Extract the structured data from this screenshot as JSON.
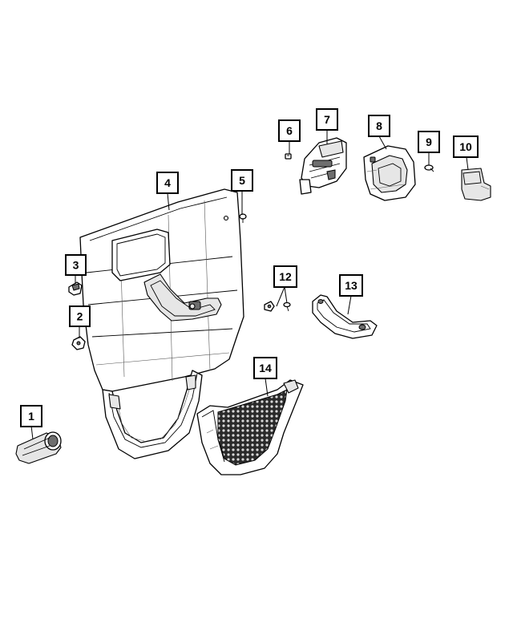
{
  "callouts": {
    "c1": "1",
    "c2": "2",
    "c3": "3",
    "c4": "4",
    "c5": "5",
    "c6": "6",
    "c7": "7",
    "c8": "8",
    "c9": "9",
    "c10": "10",
    "c11": "",
    "c12": "12",
    "c13": "13",
    "c14": "14"
  }
}
